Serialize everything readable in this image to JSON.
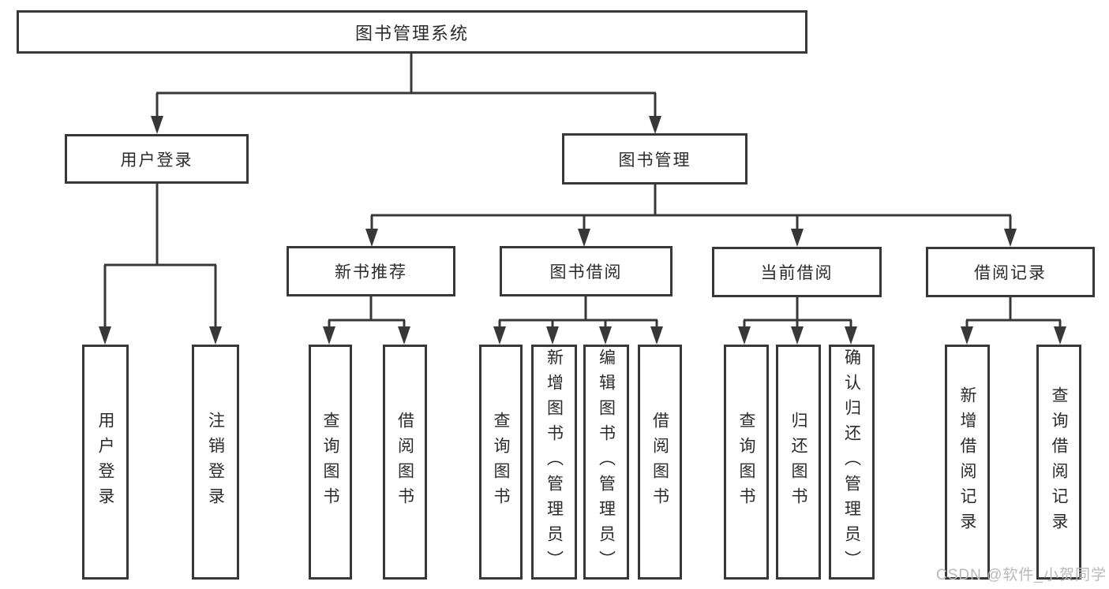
{
  "colors": {
    "line": "#383838",
    "text": "#2b2b2b",
    "box_fill": "#ffffff",
    "background": "#ffffff",
    "watermark": "#b9b9b9"
  },
  "watermark": {
    "text": "CSDN @软件_小贺同学"
  },
  "tree": {
    "label": "图书管理系统",
    "children": [
      {
        "label": "用户登录",
        "children": [
          {
            "label": "用户登录"
          },
          {
            "label": "注销登录"
          }
        ]
      },
      {
        "label": "图书管理",
        "children": [
          {
            "label": "新书推荐",
            "children": [
              {
                "label": "查询图书"
              },
              {
                "label": "借阅图书"
              }
            ]
          },
          {
            "label": "图书借阅",
            "children": [
              {
                "label": "查询图书"
              },
              {
                "label": "新增图书（管理员）"
              },
              {
                "label": "编辑图书（管理员）"
              },
              {
                "label": "借阅图书"
              }
            ]
          },
          {
            "label": "当前借阅",
            "children": [
              {
                "label": "查询图书"
              },
              {
                "label": "归还图书"
              },
              {
                "label": "确认归还（管理员）"
              }
            ]
          },
          {
            "label": "借阅记录",
            "children": [
              {
                "label": "新增借阅记录"
              },
              {
                "label": "查询借阅记录"
              }
            ]
          }
        ]
      }
    ]
  }
}
